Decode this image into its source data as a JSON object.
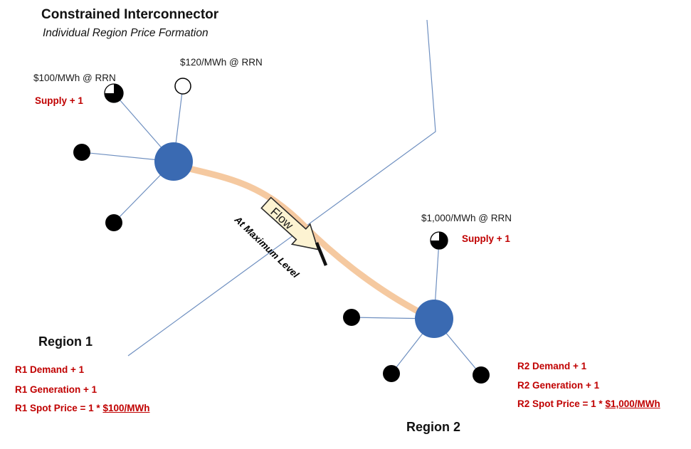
{
  "title": "Constrained Interconnector",
  "subtitle": "Individual Region Price Formation",
  "interconnector": {
    "flow_label": "Flow",
    "status_label": "At Maximum Level"
  },
  "region1": {
    "name": "Region 1",
    "generator_cheap_label": "$100/MWh @ RRN",
    "generator_cheap_supply": "Supply + 1",
    "generator_mid_label": "$120/MWh @ RRN",
    "demand_note": "R1 Demand + 1",
    "generation_note": "R1 Generation + 1",
    "spot_price_prefix": "R1 Spot Price = 1 * ",
    "spot_price_value": "$100/MWh"
  },
  "region2": {
    "name": "Region 2",
    "generator_label": "$1,000/MWh @ RRN",
    "generator_supply": "Supply + 1",
    "demand_note": "R2 Demand + 1",
    "generation_note": "R2 Generation + 1",
    "spot_price_prefix": "R2 Spot Price = 1 * ",
    "spot_price_value": "$1,000/MWh"
  },
  "colors": {
    "hub_blue": "#3a6ab2",
    "edge_blue": "#6e8fc0",
    "interconnector_peach": "#f5c9a0",
    "arrow_cream": "#fdf3d2",
    "alert_red": "#c00000",
    "node_black": "#000000"
  }
}
